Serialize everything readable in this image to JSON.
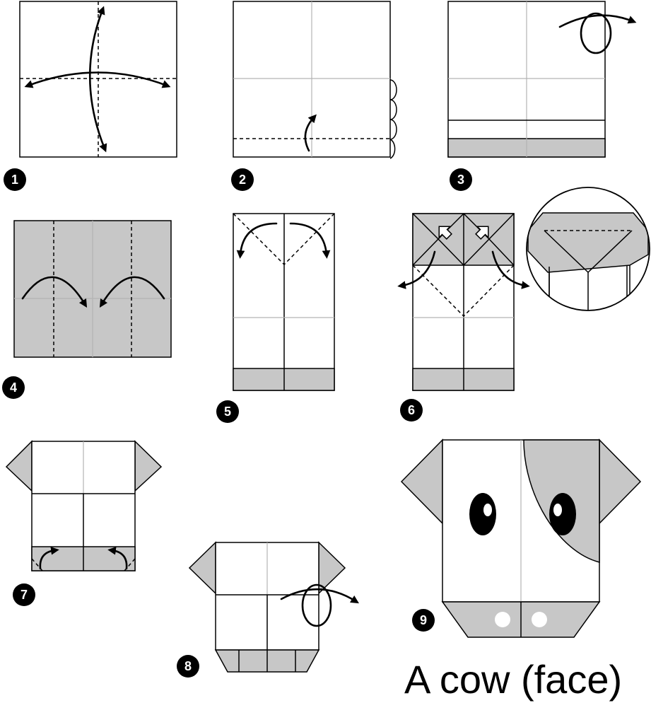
{
  "title": "A cow (face)",
  "steps": [
    "1",
    "2",
    "3",
    "4",
    "5",
    "6",
    "7",
    "8",
    "9"
  ],
  "colors": {
    "paper": "#ffffff",
    "paper_back": "#c7c7c7",
    "line": "#000000",
    "crease": "#b3b3b3"
  },
  "icons": [
    "fold-arrow-icon",
    "turn-over-icon",
    "pleat-icon",
    "push-arrow-icon"
  ]
}
